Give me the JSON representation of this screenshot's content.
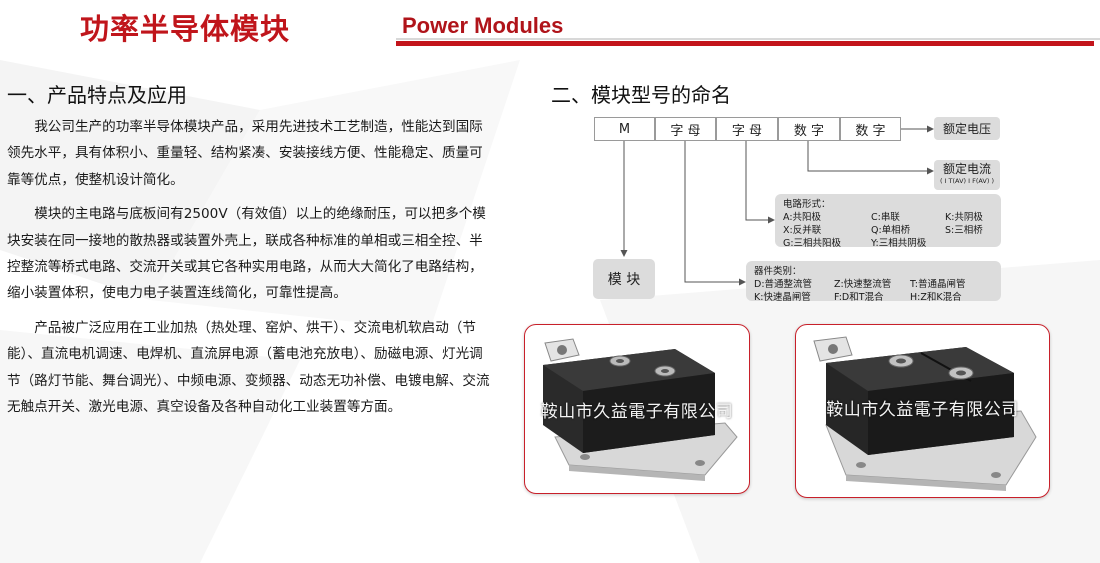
{
  "header": {
    "title_cn": "功率半导体模块",
    "title_en": "Power Modules"
  },
  "section1": {
    "heading": "一、产品特点及应用",
    "paragraphs": [
      "我公司生产的功率半导体模块产品，采用先进技术工艺制造，性能达到国际领先水平，具有体积小、重量轻、结构紧凑、安装接线方便、性能稳定、质量可靠等优点，使整机设计简化。",
      "模块的主电路与底板间有2500V（有效值）以上的绝缘耐压，可以把多个模块安装在同一接地的散热器或装置外壳上，联成各种标准的单相或三相全控、半控整流等桥式电路、交流开关或其它各种实用电路，从而大大简化了电路结构，缩小装置体积，使电力电子装置连线简化，可靠性提高。",
      "产品被广泛应用在工业加热（热处理、窑炉、烘干）、交流电机软启动（节能）、直流电机调速、电焊机、直流屏电源（蓄电池充放电）、励磁电源、灯光调节（路灯节能、舞台调光）、中频电源、变频器、动态无功补偿、电镀电解、交流无触点开关、激光电源、真空设备及各种自动化工业装置等方面。"
    ]
  },
  "section2": {
    "heading": "二、模块型号的命名",
    "code_boxes": [
      "M",
      "字 母",
      "字 母",
      "数 字",
      "数 字"
    ],
    "module_box": "模 块",
    "rated_voltage": "额定电压",
    "rated_current": "额定电流",
    "rated_current_sub": "( I T(AV) I F(AV) )",
    "circuit_form": {
      "title": "电路形式：",
      "rows": [
        [
          "A:共阳极",
          "C:串联",
          "K:共阴极"
        ],
        [
          "X:反并联",
          "Q:单相桥",
          "S:三相桥"
        ],
        [
          "G:三相共阳极",
          "Y:三相共阴极",
          ""
        ]
      ]
    },
    "device_type": {
      "title": "器件类别：",
      "rows": [
        [
          "D:普通整流管",
          "Z:快速整流管",
          "T:普通晶闸管"
        ],
        [
          "K:快速晶闸管",
          "F:D和T混合",
          "H:Z和K混合"
        ]
      ]
    }
  },
  "photos": {
    "watermark_left": "鞍山市久益電子有限公司",
    "watermark_right": "鞍山市久益電子有限公司"
  },
  "colors": {
    "brand_red": "#c3141b",
    "diagram_gray": "#dcdcdc"
  }
}
